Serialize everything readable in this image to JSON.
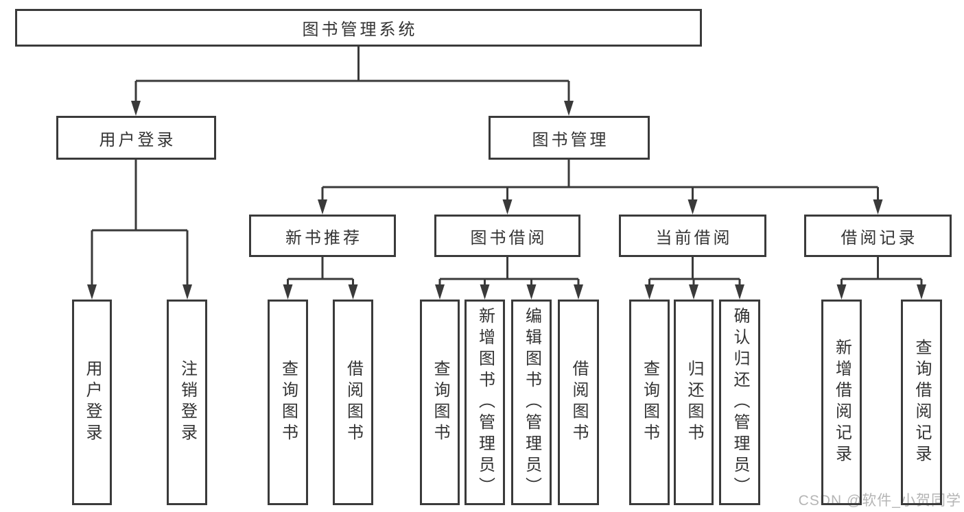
{
  "tree": {
    "root": {
      "label": "图书管理系统"
    },
    "user_branch": {
      "label": "用户登录",
      "children": [
        {
          "label": "用户登录"
        },
        {
          "label": "注销登录"
        }
      ]
    },
    "book_branch": {
      "label": "图书管理",
      "groups": [
        {
          "label": "新书推荐",
          "children": [
            {
              "label": "查询图书"
            },
            {
              "label": "借阅图书"
            }
          ]
        },
        {
          "label": "图书借阅",
          "children": [
            {
              "label": "查询图书"
            },
            {
              "label": "新增图书（管理员）"
            },
            {
              "label": "编辑图书（管理员）"
            },
            {
              "label": "借阅图书"
            }
          ]
        },
        {
          "label": "当前借阅",
          "children": [
            {
              "label": "查询图书"
            },
            {
              "label": "归还图书"
            },
            {
              "label": "确认归还（管理员）"
            }
          ]
        },
        {
          "label": "借阅记录",
          "children": [
            {
              "label": "新增借阅记录"
            },
            {
              "label": "查询借阅记录"
            }
          ]
        }
      ]
    }
  },
  "watermark": {
    "text": "CSDN @软件_小贺同学"
  },
  "colors": {
    "line": "#3a3a3a",
    "text": "#333333",
    "watermark": "#b5b5b5",
    "background": "#ffffff"
  }
}
